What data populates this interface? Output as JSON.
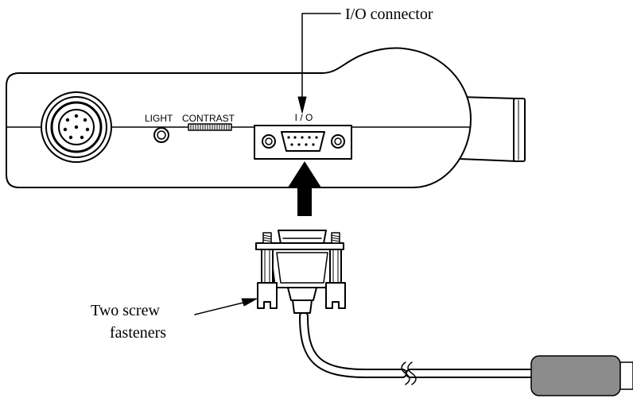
{
  "labels": {
    "io_connector": "I/O connector",
    "light": "LIGHT",
    "contrast": "CONTRAST",
    "io_port": "I / O",
    "fasteners_line1": "Two screw",
    "fasteners_line2": "fasteners"
  }
}
